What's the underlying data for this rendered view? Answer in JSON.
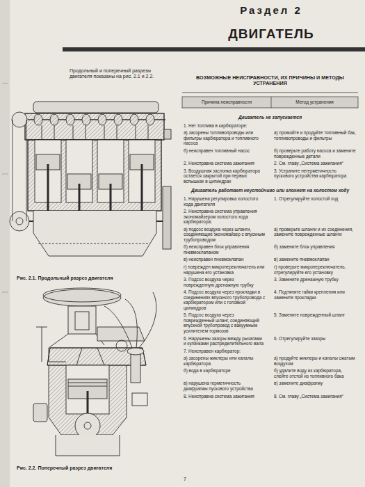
{
  "diagram": {
    "title": "ДВИГАТЕЛЬ",
    "labels": [
      "Раздел 2",
      "Продольный и поперечный разрезы двигателя показаны на рис. 2.1 и 2.2.",
      "Рис. 2.1. Продольный разрез двигателя",
      "Рис. 2.2. Поперечный разрез двигателя",
      "ВОЗМОЖНЫЕ НЕИСПРАВНОСТИ, ИХ ПРИЧИНЫ И МЕТОДЫ УСТРАНЕНИЯ",
      "Причина неисправности",
      "Метод устранения",
      "Двигатель не запускается",
      "1. Нет топлива в карбюраторе:",
      "а) засорены топливопроводы или фильтры карбюратора и топливного насоса",
      "а) промойте и продуйте топливный бак, топливопроводы и фильтры",
      "б) неисправен топливный насос",
      "б) проверьте работу насоса и замените поврежденные детали",
      "2. Неисправна система зажигания",
      "2. См. главу „Система зажигания“",
      "3. Воздушная заслонка карбюратора остается закрытой при первых вспышках в цилиндрах",
      "3. Устраните негерметичность пускового устройства карбюратора",
      "Двигатель работает неустойчиво или глохнет на холостом ходу",
      "1. Нарушена регулировка холостого хода двигателя",
      "1. Отрегулируйте холостой ход",
      "2. Неисправна система управления экономайзером холостого хода карбюратора:",
      "а) подсос воздуха через шланги, соединяющие экономайзер с впускным трубопроводом",
      "а) проверьте шланги и их соединения, замените поврежденные шланги",
      "б) неисправен блок управления пневмоклапаном",
      "б) замените блок управления",
      "в) неисправен пневмоклапан",
      "в) замените пневмоклапан",
      "г) поврежден микропереключатель или нарушена его установка",
      "г) проверьте микропереключатель, отрегулируйте его установку",
      "3. Подсос воздуха через поврежденную дренажную трубку",
      "3. Замените дренажную трубку",
      "4. Подсос воздуха через прокладки в соединениях впускного трубопровода с карбюратором или с головкой цилиндров",
      "4. Подтяните гайки крепления или замените прокладки",
      "5. Подсос воздуха через поврежденный шланг, соединяющий впускной трубопровод с вакуумным усилителем тормозов",
      "5. Замените поврежденный шланг",
      "6. Нарушены зазоры между рычагами и кулачками распределительного вала",
      "6. Отрегулируйте зазоры",
      "7. Неисправен карбюратор:",
      "а) засорены жиклеры или каналы карбюратора",
      "а) продуйте жиклеры и каналы сжатым воздухом",
      "б) вода в карбюраторе",
      "б) удалите воду из карбюратора, слейте отстой из топливного бака",
      "в) нарушена герметичность диафрагмы пускового устройства",
      "в) замените диафрагму",
      "8. Неисправна система зажигания",
      "8. См. главу „Система зажигания“",
      "7"
    ]
  }
}
